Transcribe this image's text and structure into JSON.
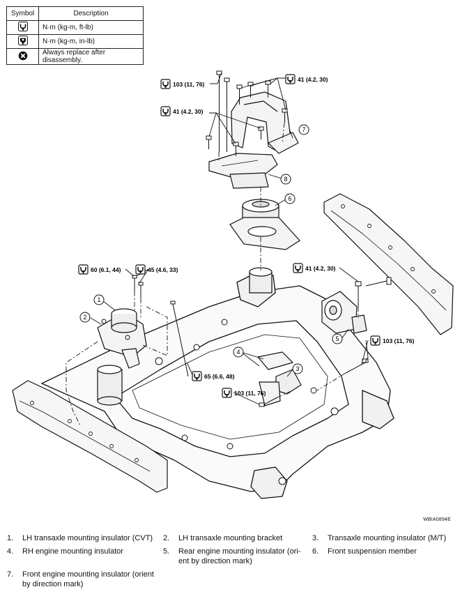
{
  "symbol_table": {
    "header_symbol": "Symbol",
    "header_description": "Description",
    "rows": [
      {
        "icon": "torque-wrench-icon",
        "description": "N·m (kg-m, ft-lb)"
      },
      {
        "icon": "torque-wrench-small-icon",
        "description": "N·m (kg-m, in-lb)"
      },
      {
        "icon": "always-replace-icon",
        "description": "Always replace after disassembly."
      }
    ]
  },
  "torque_callouts": [
    "103 (11, 76)",
    "41 (4.2, 30)",
    "41 (4.2, 30)",
    "60 (6.1, 44)",
    "45 (4.6, 33)",
    "41 (4.2, 30)",
    "103 (11, 76)",
    "65 (6.6, 48)",
    "103 (11, 76)"
  ],
  "part_numbers": [
    "1",
    "2",
    "3",
    "4",
    "5",
    "6",
    "7",
    "8"
  ],
  "figure_ref": "WBIA0894E",
  "legend": [
    {
      "num": "1.",
      "text": "LH transaxle mounting insulator (CVT)"
    },
    {
      "num": "2.",
      "text": "LH transaxle mounting bracket"
    },
    {
      "num": "3.",
      "text": "Transaxle mounting insulator (M/T)"
    },
    {
      "num": "4.",
      "text": "RH engine mounting insulator"
    },
    {
      "num": "5.",
      "text": "Rear engine mounting insulator (ori-ent by direction mark)"
    },
    {
      "num": "6.",
      "text": "Front suspension member"
    },
    {
      "num": "7.",
      "text": "Front engine mounting insulator (orient by direction mark)"
    }
  ]
}
